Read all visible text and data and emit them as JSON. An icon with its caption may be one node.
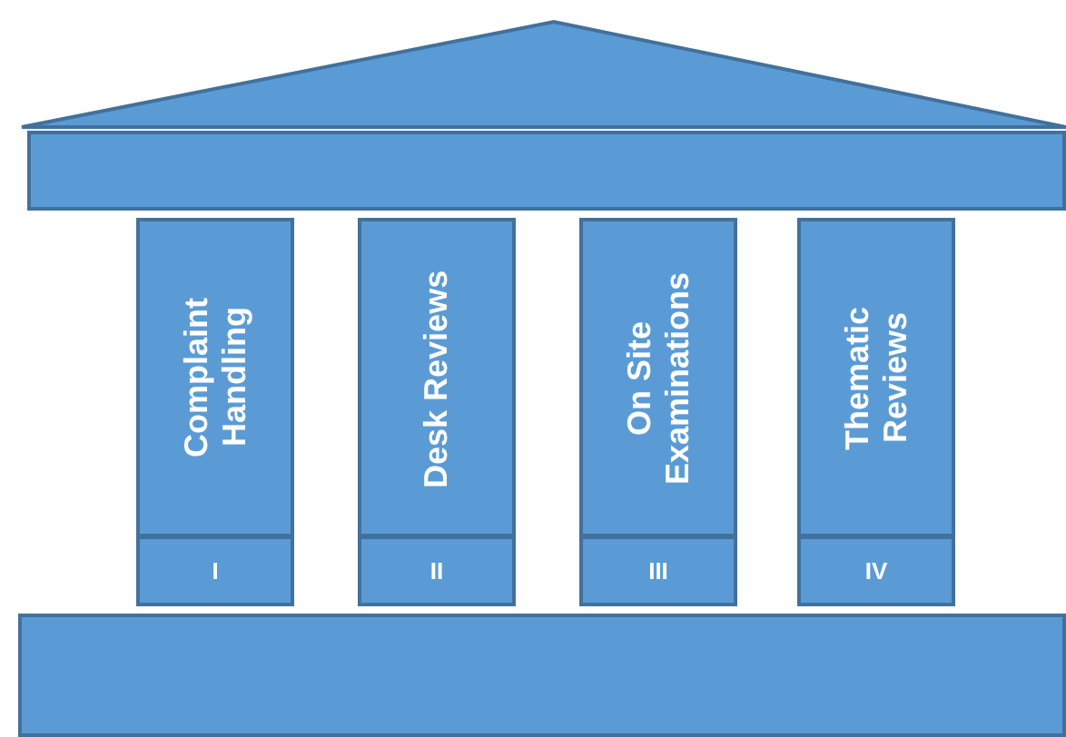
{
  "diagram": {
    "nodes": [
      {
        "text": [],
        "shape": "triangle"
      },
      {
        "text": [],
        "shape": "bar"
      },
      {
        "text": [
          "Complaint Handling"
        ]
      },
      {
        "text": [
          "I"
        ]
      },
      {
        "text": [
          "Desk Reviews"
        ]
      },
      {
        "text": [
          "II"
        ]
      },
      {
        "text": [
          "On Site Examinations"
        ]
      },
      {
        "text": [
          "III"
        ]
      },
      {
        "text": [
          "Thematic Reviews"
        ]
      },
      {
        "text": [
          "IV"
        ]
      },
      {
        "text": [],
        "shape": "bar"
      }
    ]
  }
}
